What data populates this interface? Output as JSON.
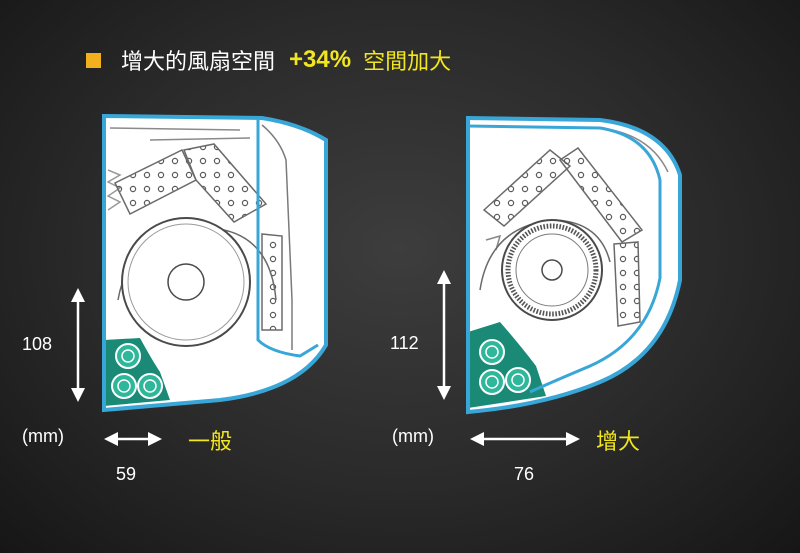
{
  "title": {
    "main": "增大的風扇空間",
    "percent": "+34%",
    "suffix": "空間加大"
  },
  "left_unit": {
    "height_value": "108",
    "unit": "(mm)",
    "width_value": "59",
    "label": "一般"
  },
  "right_unit": {
    "height_value": "112",
    "unit": "(mm)",
    "width_value": "76",
    "label": "增大"
  },
  "colors": {
    "outline": "#39a6d8",
    "teal_block": "#1a8a76",
    "highlight": "#f2e61e",
    "bullet": "#f2b01e"
  }
}
